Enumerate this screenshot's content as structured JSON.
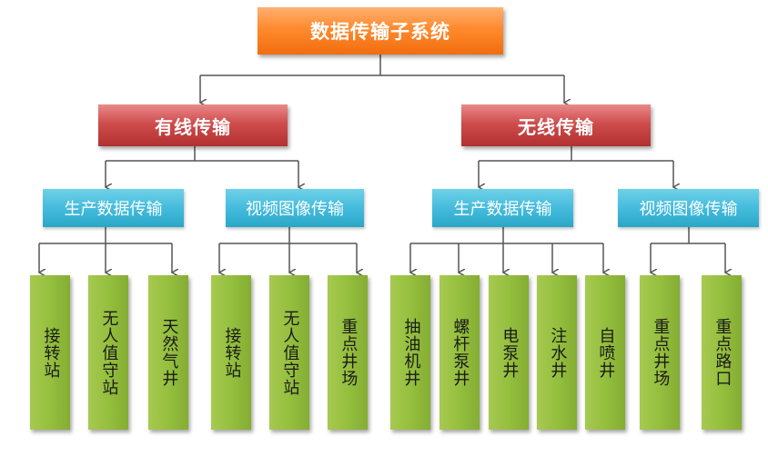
{
  "root": {
    "label": "数据传输子系统"
  },
  "wired": {
    "label": "有线传输",
    "data_group": {
      "label": "生产数据传输",
      "items": [
        "接转站",
        "无人值守站",
        "天然气井"
      ]
    },
    "video_group": {
      "label": "视频图像传输",
      "items": [
        "接转站",
        "无人值守站",
        "重点井场"
      ]
    }
  },
  "wireless": {
    "label": "无线传输",
    "data_group": {
      "label": "生产数据传输",
      "items": [
        "抽油机井",
        "螺杆泵井",
        "电泵井",
        "注水井",
        "自喷井"
      ]
    },
    "video_group": {
      "label": "视频图像传输",
      "items": [
        "重点井场",
        "重点路口"
      ]
    }
  },
  "colors": {
    "root": "#f47a1f",
    "level1": "#c24545",
    "level2": "#45bcdc",
    "leaf": "#95bf3e",
    "connector": "#555555"
  }
}
